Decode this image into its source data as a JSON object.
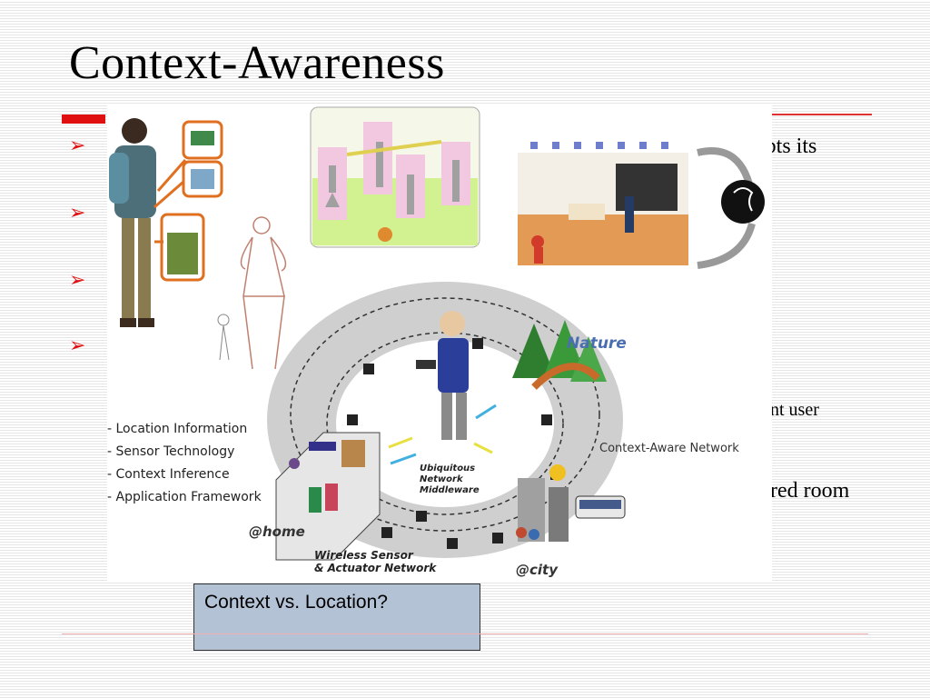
{
  "slide": {
    "title": "Context-Awareness",
    "bullet_glyph": "➢",
    "fragments": [
      "apts its",
      "nt user",
      "red room"
    ]
  },
  "figure": {
    "list": [
      "- Location Information",
      "- Sensor Technology",
      "- Context Inference",
      "- Application Framework"
    ],
    "labels": {
      "nature": "Nature",
      "network": "Context-Aware Network",
      "middleware": [
        "Ubiquitous",
        "Network",
        "Middleware"
      ],
      "home": "@home",
      "wsan": [
        "Wireless Sensor",
        "& Actuator Network"
      ],
      "city": "@city"
    }
  },
  "callout": {
    "text": "Context vs. Location?"
  },
  "colors": {
    "accent": "#e01010",
    "callout_bg": "#b4c2d6",
    "label_blue": "#4a6fb0"
  }
}
